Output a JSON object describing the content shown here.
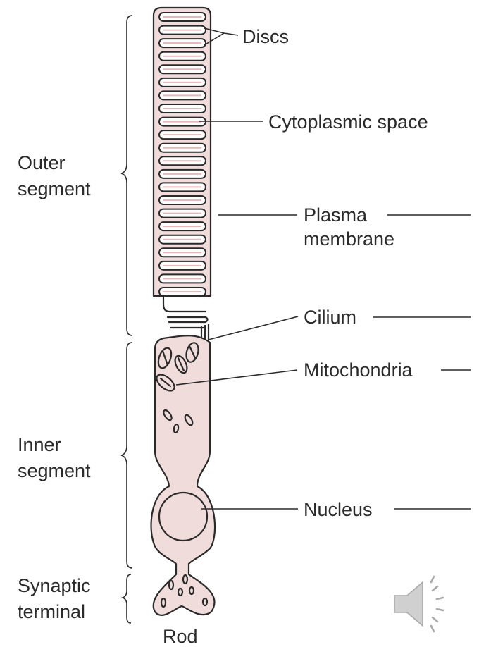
{
  "labels": {
    "discs": "Discs",
    "cytoplasmic_space": "Cytoplasmic space",
    "plasma_1": "Plasma",
    "plasma_2": "membrane",
    "cilium": "Cilium",
    "mitochondria": "Mitochondria",
    "nucleus": "Nucleus",
    "outer_1": "Outer",
    "outer_2": "segment",
    "inner_1": "Inner",
    "inner_2": "segment",
    "synaptic_1": "Synaptic",
    "synaptic_2": "terminal",
    "rod": "Rod"
  },
  "colors": {
    "cytoplasm": "#f1dcdc",
    "ink": "#2a2a2a"
  },
  "icons": {
    "audio": "speaker-icon"
  },
  "disc_count": 22
}
